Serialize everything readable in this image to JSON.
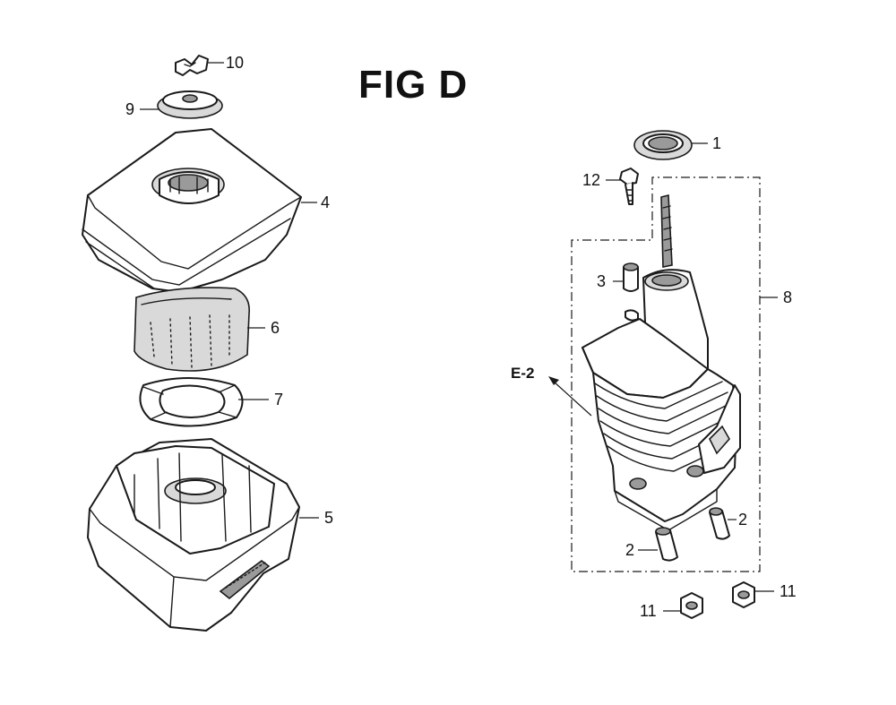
{
  "figure": {
    "title": "FIG D",
    "reference": "E-2"
  },
  "callouts": [
    {
      "id": "c10",
      "text": "10"
    },
    {
      "id": "c9",
      "text": "9"
    },
    {
      "id": "c4",
      "text": "4"
    },
    {
      "id": "c6",
      "text": "6"
    },
    {
      "id": "c7",
      "text": "7"
    },
    {
      "id": "c5",
      "text": "5"
    },
    {
      "id": "c1",
      "text": "1"
    },
    {
      "id": "c12",
      "text": "12"
    },
    {
      "id": "c3",
      "text": "3"
    },
    {
      "id": "c8",
      "text": "8"
    },
    {
      "id": "c2a",
      "text": "2"
    },
    {
      "id": "c2b",
      "text": "2"
    },
    {
      "id": "c11a",
      "text": "11"
    },
    {
      "id": "c11b",
      "text": "11"
    }
  ]
}
